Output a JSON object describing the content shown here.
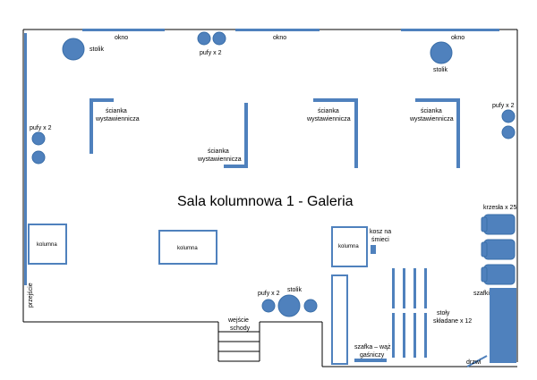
{
  "title": "Sala kolumnowa 1 - Galeria",
  "colors": {
    "fill": "#4f81bd",
    "stroke": "#3a6ea8",
    "wall": "#000000"
  },
  "labels": {
    "window_1": "okno",
    "window_2": "okno",
    "window_3": "okno",
    "table_1": "stolik",
    "table_2": "stolik",
    "table_3": "stolik",
    "poufs_top": "pufy x 2",
    "poufs_left": "pufy x 2",
    "poufs_right": "pufy x 2",
    "poufs_bottom": "pufy x 2",
    "partition_1": [
      "ścianka",
      "wystawiennicza"
    ],
    "partition_2": [
      "ścianka",
      "wystawiennicza"
    ],
    "partition_3": [
      "ścianka",
      "wystawiennicza"
    ],
    "partition_4": [
      "ścianka",
      "wystawiennicza"
    ],
    "column_1": "kolumna",
    "column_2": "kolumna",
    "column_3": "kolumna",
    "bin": [
      "kosz na",
      "śmieci"
    ],
    "chairs": "krzesła x 25",
    "cabinets": "szafki",
    "tables": [
      "stoły",
      "składane x 12"
    ],
    "stairs": [
      "wejście",
      "schody"
    ],
    "hose_cabinet": [
      "szafka – wąż",
      "gaśniczy"
    ],
    "door": "drzwi",
    "passage": "przejście"
  }
}
